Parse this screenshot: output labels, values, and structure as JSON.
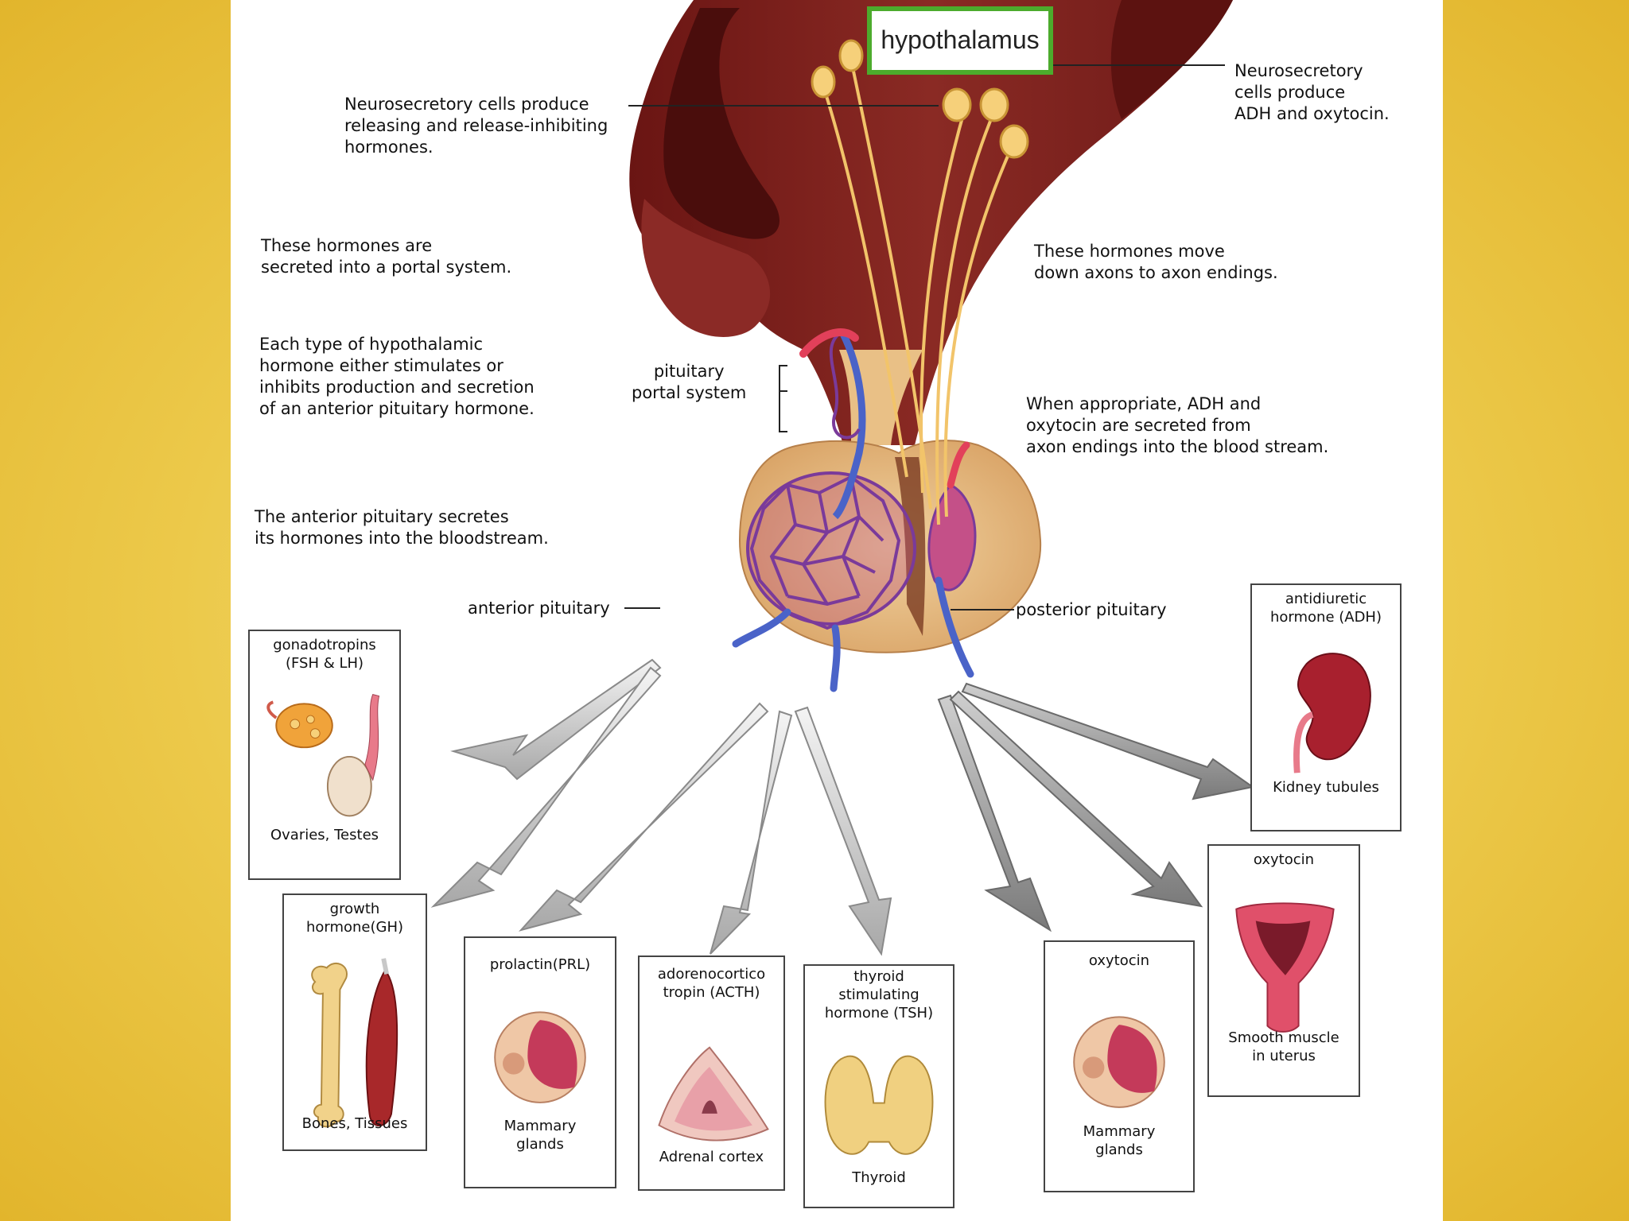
{
  "title": "hypothalamus",
  "labels": {
    "neuro_releasing": "Neurosecretory cells produce\nreleasing and release-inhibiting\nhormones.",
    "neuro_adh": "Neurosecretory\ncells produce\nADH and oxytocin.",
    "portal_secreted": "These hormones are\nsecreted into a portal system.",
    "each_type": "Each type of hypothalamic\nhormone either stimulates or\ninhibits production and secretion\nof an anterior pituitary hormone.",
    "anterior_secretes": "The anterior pituitary secretes\nits hormones into the bloodstream.",
    "move_down": "These hormones move\ndown axons to axon endings.",
    "when_appropriate": "When appropriate, ADH and\noxytocin are secreted from\naxon endings into the blood stream.",
    "portal_system": "pituitary\nportal system",
    "anterior_pituitary": "anterior pituitary",
    "posterior_pituitary": "posterior pituitary"
  },
  "targets": [
    {
      "hormone": "gonadotropins\n(FSH & LH)",
      "organ": "Ovaries, Testes"
    },
    {
      "hormone": "growth\nhormone(GH)",
      "organ": "Bones, Tissues"
    },
    {
      "hormone": "prolactin(PRL)",
      "organ": "Mammary\nglands"
    },
    {
      "hormone": "adorenocortico\ntropin (ACTH)",
      "organ": "Adrenal cortex"
    },
    {
      "hormone": "thyroid\nstimulating\nhormone (TSH)",
      "organ": "Thyroid"
    },
    {
      "hormone": "oxytocin",
      "organ": "Mammary\nglands"
    },
    {
      "hormone": "oxytocin",
      "organ": "Smooth muscle\nin uterus"
    },
    {
      "hormone": "antidiuretic\nhormone (ADH)",
      "organ": "Kidney tubules"
    }
  ],
  "colors": {
    "brain": "#7a1e1c",
    "brain_dark": "#4a0d0c",
    "pituitary": "#e3b57a",
    "vessels": "#7a3a9a",
    "axons": "#f2c46a",
    "title_border": "#4cab2c",
    "background": "#ecc94a"
  }
}
